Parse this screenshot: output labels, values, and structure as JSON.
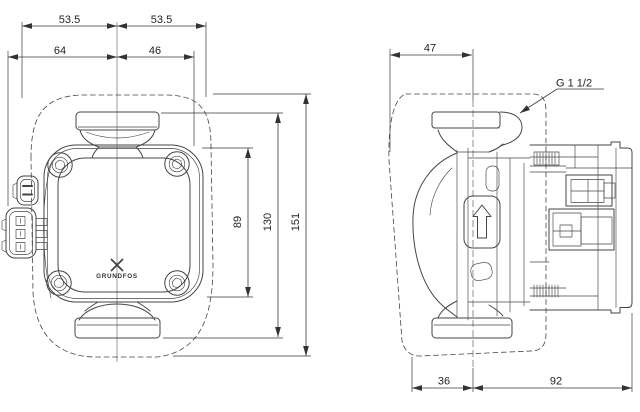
{
  "colors": {
    "background": "#ffffff",
    "drawing_line": "#454545",
    "dimension_line": "#3a3a3a",
    "text": "#242424"
  },
  "front_view": {
    "dim_shell_width_left": "53.5",
    "dim_shell_width_right": "53.5",
    "dim_connector_to_center": "64",
    "dim_center_to_body_edge": "46",
    "dim_body_height": "89",
    "dim_port_to_port": "130",
    "dim_overall_height": "151",
    "logo_text": "GRUNDFOS"
  },
  "side_view": {
    "dim_front_to_axis": "47",
    "dim_axis_to_front": "36",
    "dim_axis_to_motor_end": "92",
    "pipe_thread_label": "G 1 1/2"
  }
}
